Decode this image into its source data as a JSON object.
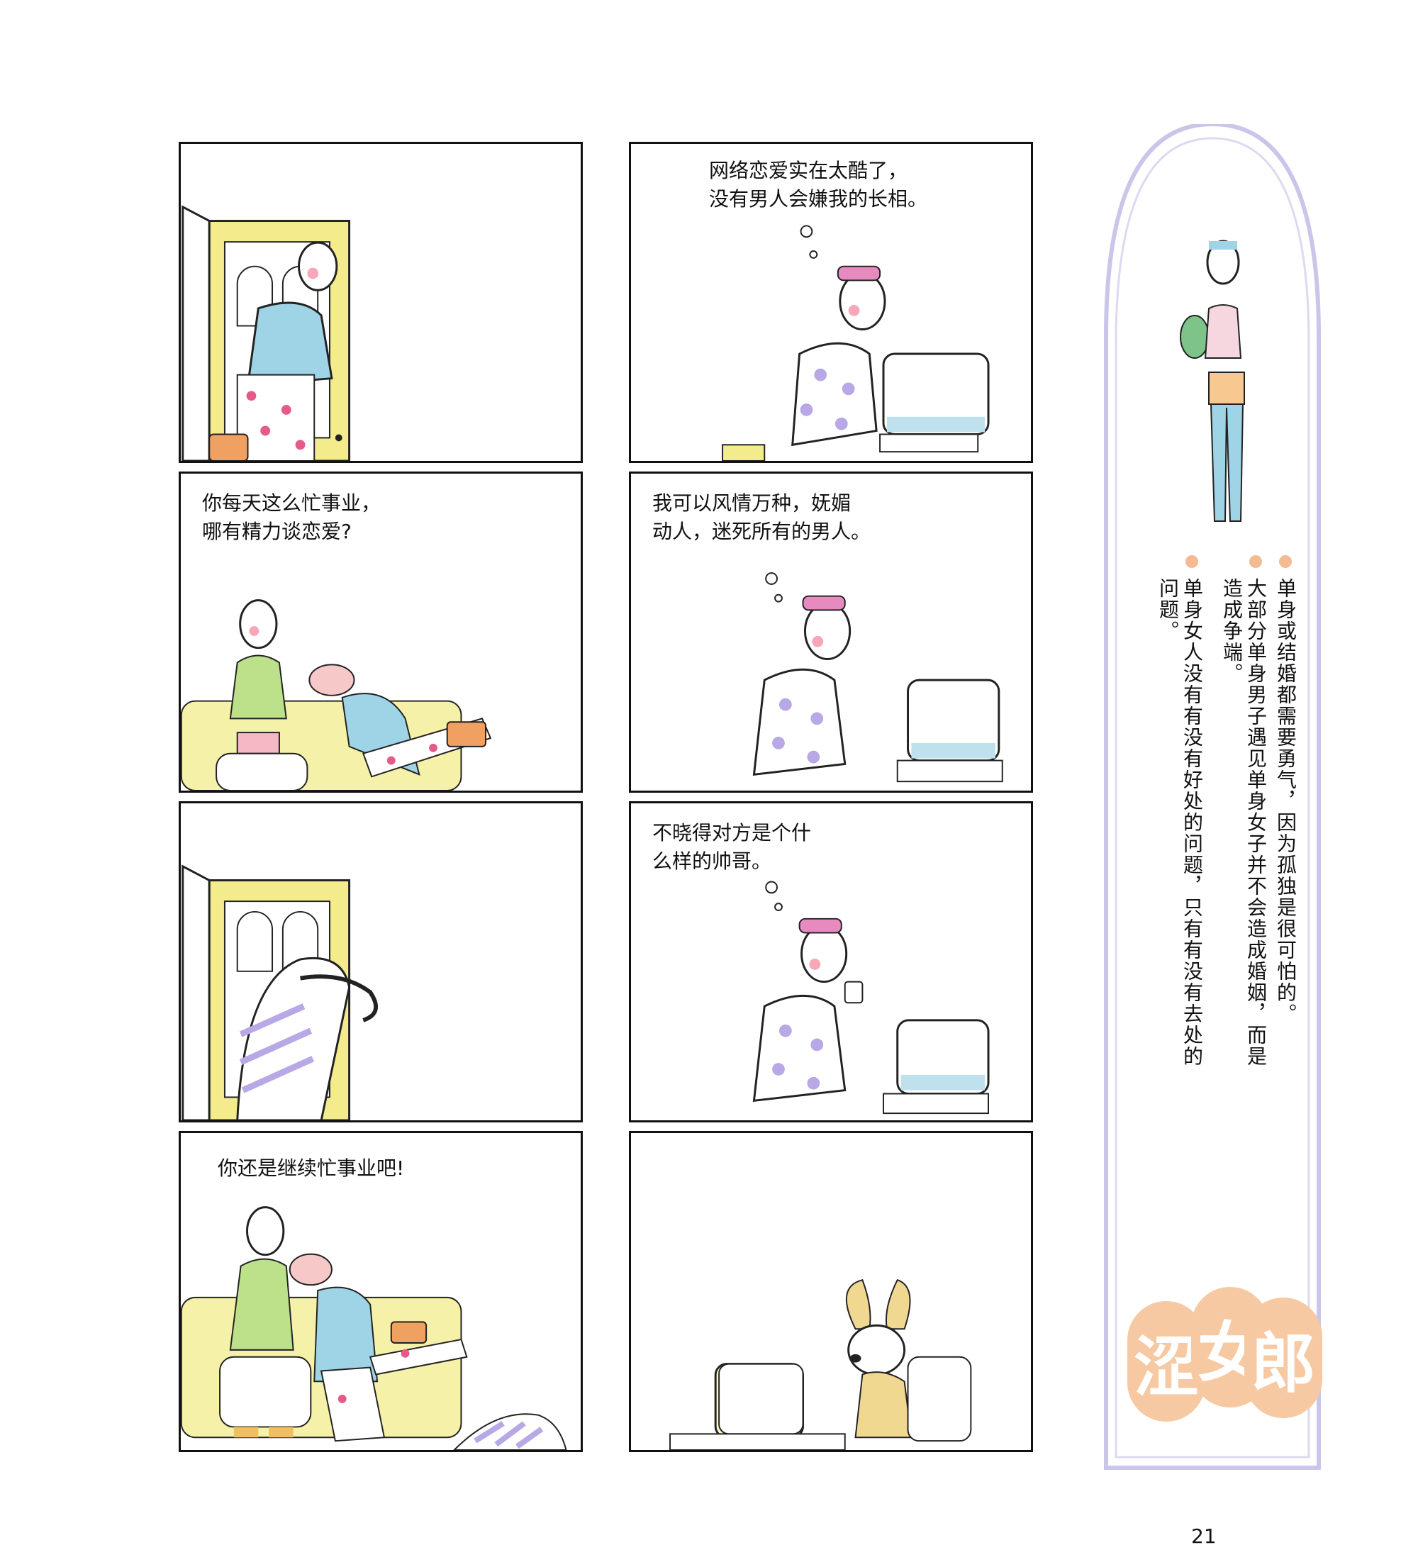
{
  "panels": [
    {
      "id": 1,
      "caption": ""
    },
    {
      "id": 2,
      "caption": "网络恋爱实在太酷了，\n没有男人会嫌我的长相。"
    },
    {
      "id": 3,
      "caption": "你每天这么忙事业，\n哪有精力谈恋爱?"
    },
    {
      "id": 4,
      "caption": "我可以风情万种，妩媚\n动人，迷死所有的男人。"
    },
    {
      "id": 5,
      "caption": ""
    },
    {
      "id": 6,
      "caption": "不晓得对方是个什\n么样的帅哥。"
    },
    {
      "id": 7,
      "caption": "你还是继续忙事业吧!"
    },
    {
      "id": 8,
      "caption": ""
    }
  ],
  "sidebar": {
    "notes": [
      "单身或结婚都需要勇气，因为孤独是很可怕的。",
      "大部分单身男子遇见单身女子并不会造成婚姻，而是\n造成争端。",
      "单身女人没有有没有好处的问题，只有有没有去处的\n问题。"
    ],
    "title_chars": [
      "涩",
      "女",
      "郎"
    ]
  },
  "page_number": "21",
  "colors": {
    "door_yellow": "#f4ec8c",
    "sofa_yellow": "#f6f1a8",
    "shirt_blue": "#9fd3e6",
    "pink_dots": "#e65a8a",
    "title_peach": "#f6c9a2",
    "frame_lavender": "#c9c6ea"
  }
}
